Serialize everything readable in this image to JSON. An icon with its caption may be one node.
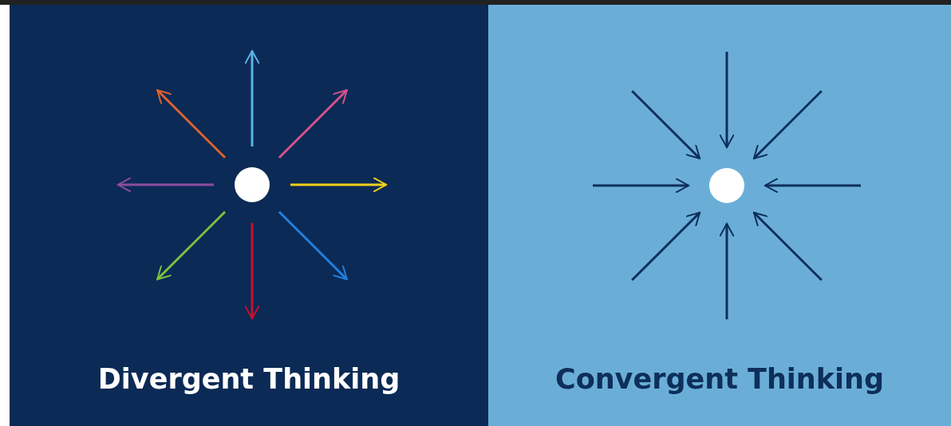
{
  "diagram": {
    "nodes": [
      {
        "text": [
          "Divergent Thinking"
        ]
      },
      {
        "text": [],
        "shape": "circle",
        "in": 0
      },
      {
        "text": [
          "Convergent Thinking"
        ]
      },
      {
        "text": [],
        "shape": "circle",
        "in": 2
      }
    ],
    "edges": [
      {
        "from": 1,
        "to": null,
        "arrow": "to",
        "color": "#5ab4e6"
      },
      {
        "from": 1,
        "to": null,
        "arrow": "to",
        "color": "#d4528c"
      },
      {
        "from": 1,
        "to": null,
        "arrow": "to",
        "color": "#f4d019"
      },
      {
        "from": 1,
        "to": null,
        "arrow": "to",
        "color": "#1f7fe0"
      },
      {
        "from": 1,
        "to": null,
        "arrow": "to",
        "color": "#c8102e"
      },
      {
        "from": 1,
        "to": null,
        "arrow": "to",
        "color": "#7cc242"
      },
      {
        "from": 1,
        "to": null,
        "arrow": "to",
        "color": "#8e4c9e"
      },
      {
        "from": 1,
        "to": null,
        "arrow": "to",
        "color": "#e0622e"
      },
      {
        "from": null,
        "to": 3,
        "arrow": "to",
        "color": "#0d2f5a"
      },
      {
        "from": null,
        "to": 3,
        "arrow": "to",
        "color": "#0d2f5a"
      },
      {
        "from": null,
        "to": 3,
        "arrow": "to",
        "color": "#0d2f5a"
      },
      {
        "from": null,
        "to": 3,
        "arrow": "to",
        "color": "#0d2f5a"
      },
      {
        "from": null,
        "to": 3,
        "arrow": "to",
        "color": "#0d2f5a"
      },
      {
        "from": null,
        "to": 3,
        "arrow": "to",
        "color": "#0d2f5a"
      },
      {
        "from": null,
        "to": 3,
        "arrow": "to",
        "color": "#0d2f5a"
      },
      {
        "from": null,
        "to": 3,
        "arrow": "to",
        "color": "#0d2f5a"
      }
    ]
  }
}
